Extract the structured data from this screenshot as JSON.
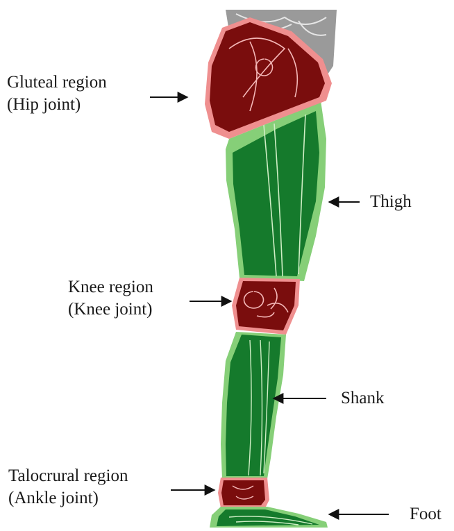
{
  "labels": {
    "gluteal": {
      "line1": "Gluteal region",
      "line2": "(Hip joint)"
    },
    "thigh": {
      "line1": "Thigh"
    },
    "knee": {
      "line1": "Knee region",
      "line2": "(Knee joint)"
    },
    "shank": {
      "line1": "Shank"
    },
    "talocrural": {
      "line1": "Talocrural region",
      "line2": "(Ankle joint)"
    },
    "foot": {
      "line1": "Foot"
    }
  },
  "colors": {
    "joint_dark": "#7a0d0d",
    "joint_light": "#ef8f8f",
    "segment_dark": "#157a2c",
    "segment_light": "#86cf78",
    "torso_gray": "#9a9a9a",
    "arrow": "#111111"
  }
}
